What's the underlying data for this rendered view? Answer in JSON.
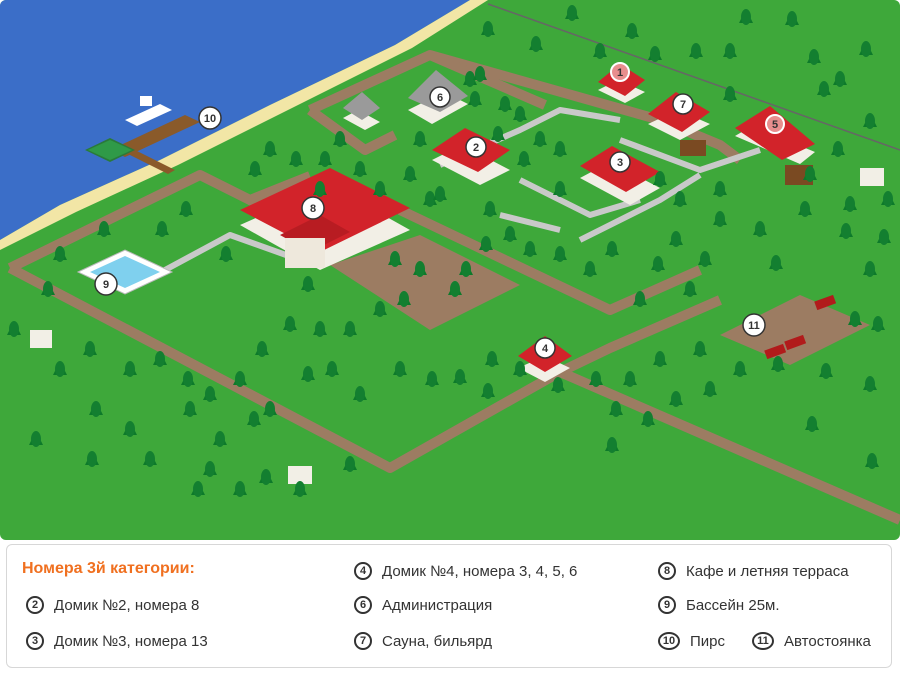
{
  "markers": [
    {
      "id": "1",
      "label": "1"
    },
    {
      "id": "2",
      "label": "2"
    },
    {
      "id": "3",
      "label": "3"
    },
    {
      "id": "4",
      "label": "4"
    },
    {
      "id": "5",
      "label": "5"
    },
    {
      "id": "6",
      "label": "6"
    },
    {
      "id": "7",
      "label": "7"
    },
    {
      "id": "8",
      "label": "8"
    },
    {
      "id": "9",
      "label": "9"
    },
    {
      "id": "10",
      "label": "10"
    },
    {
      "id": "11",
      "label": "11"
    }
  ],
  "legend": {
    "title": "Номера 3й категории:",
    "items": [
      {
        "num": "2",
        "text": "Домик №2, номера 8"
      },
      {
        "num": "3",
        "text": "Домик №3, номера 13"
      },
      {
        "num": "4",
        "text": "Домик №4, номера 3, 4, 5, 6"
      },
      {
        "num": "6",
        "text": "Администрация"
      },
      {
        "num": "7",
        "text": "Сауна, бильярд"
      },
      {
        "num": "8",
        "text": "Кафе и летняя терраса"
      },
      {
        "num": "9",
        "text": "Бассейн 25м."
      },
      {
        "num": "10",
        "text": "Пирс"
      },
      {
        "num": "11",
        "text": "Автостоянка"
      }
    ]
  },
  "colors": {
    "grass": "#3ea83a",
    "water": "#3b6ec8",
    "sand": "#f2e6a6",
    "road": "#9c7c62",
    "path": "#c9c9c9",
    "roof": "#d2232a",
    "tree": "#0d7a2a",
    "accent": "#f07020",
    "marker_pink": "#e88e8e"
  }
}
